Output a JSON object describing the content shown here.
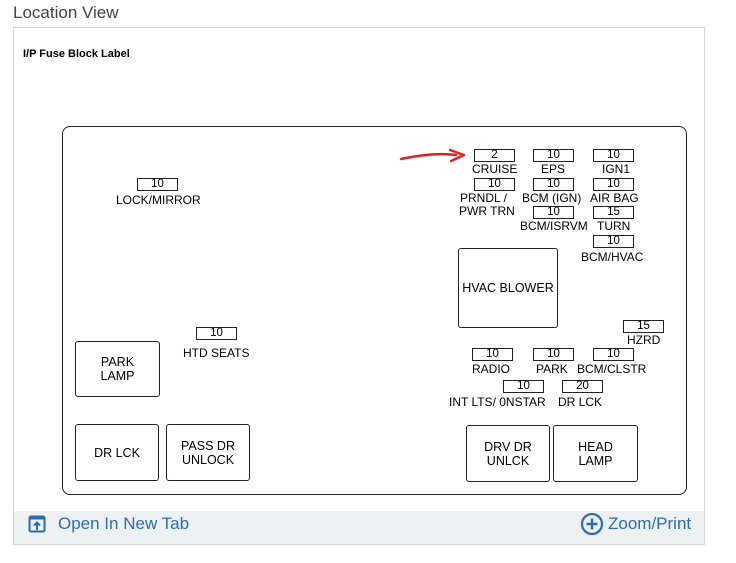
{
  "header": {
    "title": "Location View"
  },
  "diagram": {
    "title": "I/P Fuse Block Label",
    "fuses": [
      {
        "id": "cruise",
        "value": "2",
        "label": "CRUISE"
      },
      {
        "id": "eps",
        "value": "10",
        "label": "EPS"
      },
      {
        "id": "ign1",
        "value": "10",
        "label": "IGN1"
      },
      {
        "id": "prndl",
        "value": "10",
        "label": "PRNDL /"
      },
      {
        "id": "bcm-ign",
        "value": "10",
        "label": "BCM (IGN)"
      },
      {
        "id": "air-bag",
        "value": "10",
        "label": "AIR BAG"
      },
      {
        "id": "bcm-isrvm",
        "value": "10",
        "label": "BCM/ISRVM"
      },
      {
        "id": "turn",
        "value": "15",
        "label": "TURN"
      },
      {
        "id": "bcm-hvac",
        "value": "10",
        "label": "BCM/HVAC"
      },
      {
        "id": "lock-mirror",
        "value": "10",
        "label": "LOCK/MIRROR"
      },
      {
        "id": "htd-seats",
        "value": "10",
        "label": "HTD SEATS"
      },
      {
        "id": "hzrd",
        "value": "15",
        "label": "HZRD"
      },
      {
        "id": "radio",
        "value": "10",
        "label": "RADIO"
      },
      {
        "id": "park",
        "value": "10",
        "label": "PARK"
      },
      {
        "id": "bcm-clstr",
        "value": "10",
        "label": "BCM/CLSTR"
      },
      {
        "id": "int-lts",
        "value": "10",
        "label": "INT LTS/ 0NSTAR"
      },
      {
        "id": "dr-lck",
        "value": "20",
        "label": "DR LCK"
      }
    ],
    "extra_labels": {
      "pwr_trn": "PWR TRN"
    },
    "relays": {
      "hvac_blower": "HVAC BLOWER",
      "park_lamp": "PARK\nLAMP",
      "dr_lck": "DR LCK",
      "pass_dr_unlock": "PASS DR\nUNLOCK",
      "drv_dr_unlck": "DRV DR\nUNLCK",
      "head_lamp": "HEAD\nLAMP"
    }
  },
  "footer": {
    "open_new_tab": "Open In New Tab",
    "zoom_print": "Zoom/Print",
    "accent": "#2b6cb0"
  }
}
